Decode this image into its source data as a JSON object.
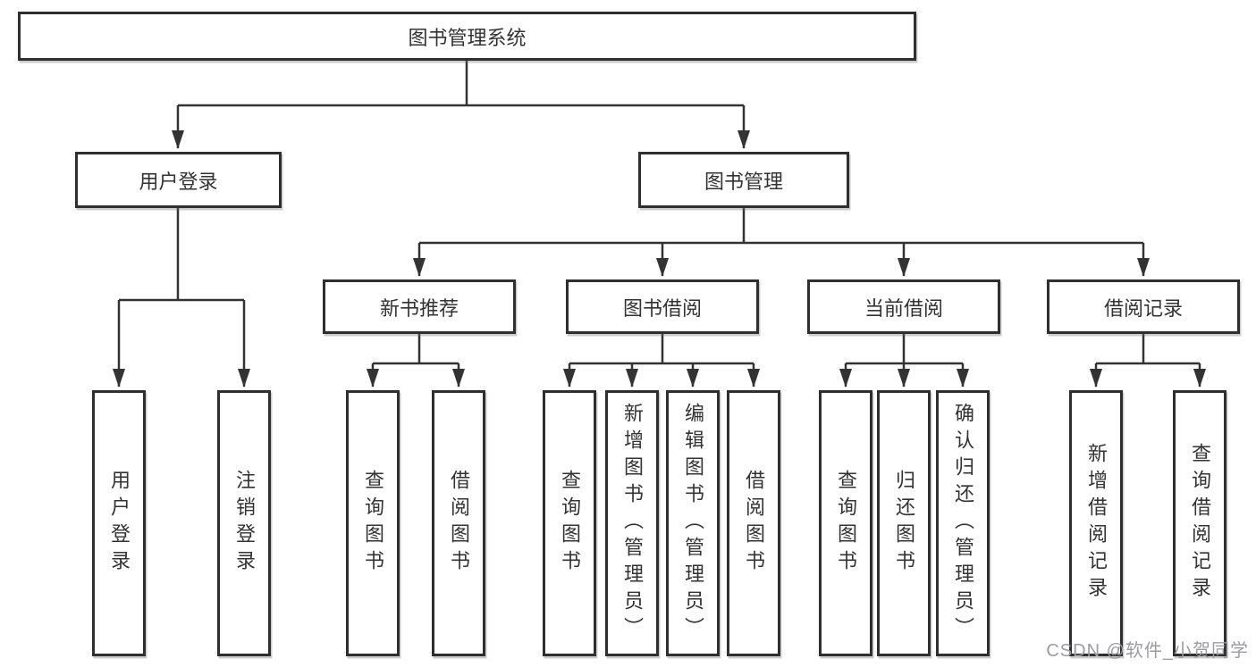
{
  "diagram": {
    "root_label": "图书管理系统",
    "branches": [
      {
        "label": "用户登录",
        "leaves": [
          "用户登录",
          "注销登录"
        ]
      },
      {
        "label": "图书管理",
        "groups": [
          {
            "label": "新书推荐",
            "leaves": [
              "查询图书",
              "借阅图书"
            ]
          },
          {
            "label": "图书借阅",
            "leaves": [
              "查询图书",
              "新增图书（管理员）",
              "编辑图书（管理员）",
              "借阅图书"
            ]
          },
          {
            "label": "当前借阅",
            "leaves": [
              "查询图书",
              "归还图书",
              "确认归还（管理员）"
            ]
          },
          {
            "label": "借阅记录",
            "leaves": [
              "新增借阅记录",
              "查询借阅记录"
            ]
          }
        ]
      }
    ],
    "watermark": "CSDN @软件_小贺同学",
    "colors": {
      "line": "#333333",
      "box_border": "#2f2f2f",
      "text": "#333333",
      "watermark": "#9c9ca0",
      "background": "#ffffff"
    }
  }
}
